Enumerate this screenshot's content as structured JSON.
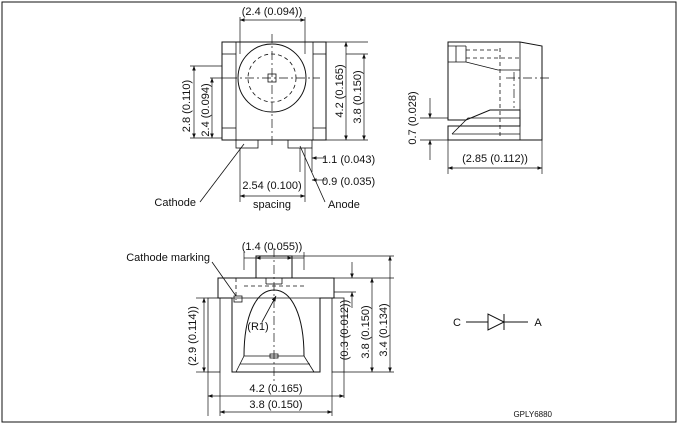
{
  "top_view": {
    "width_dim": "(2.4 (0.094))",
    "height_outer_dim": "4.2 (0.165)",
    "height_inner_dim": "3.8 (0.150)",
    "left_outer_dim": "2.8 (0.110)",
    "left_inner_dim": "2.4 (0.094)",
    "pad_dim_1": "1.1 (0.043)",
    "pad_dim_2": "0.9 (0.035)",
    "spacing_dim": "2.54 (0.100)",
    "spacing_label": "spacing",
    "cathode_label": "Cathode",
    "anode_label": "Anode"
  },
  "side_view": {
    "height_dim": "0.7 (0.028)",
    "width_dim": "(2.85 (0.112))"
  },
  "bottom_view": {
    "marking_label": "Cathode marking",
    "notch_dim": "(1.4 (0.055))",
    "radius_label": "(R1)",
    "left_dim": "(2.9 (0.114))",
    "right_dim_1": "(0.3 (0.012))",
    "right_dim_2": "3.8 (0.150)",
    "right_dim_3": "3.4 (0.134)",
    "bottom_dim_1": "4.2 (0.165)",
    "bottom_dim_2": "3.8 (0.150)"
  },
  "symbol": {
    "c_label": "C",
    "a_label": "A"
  },
  "footer": {
    "code": "GPLY6880"
  }
}
